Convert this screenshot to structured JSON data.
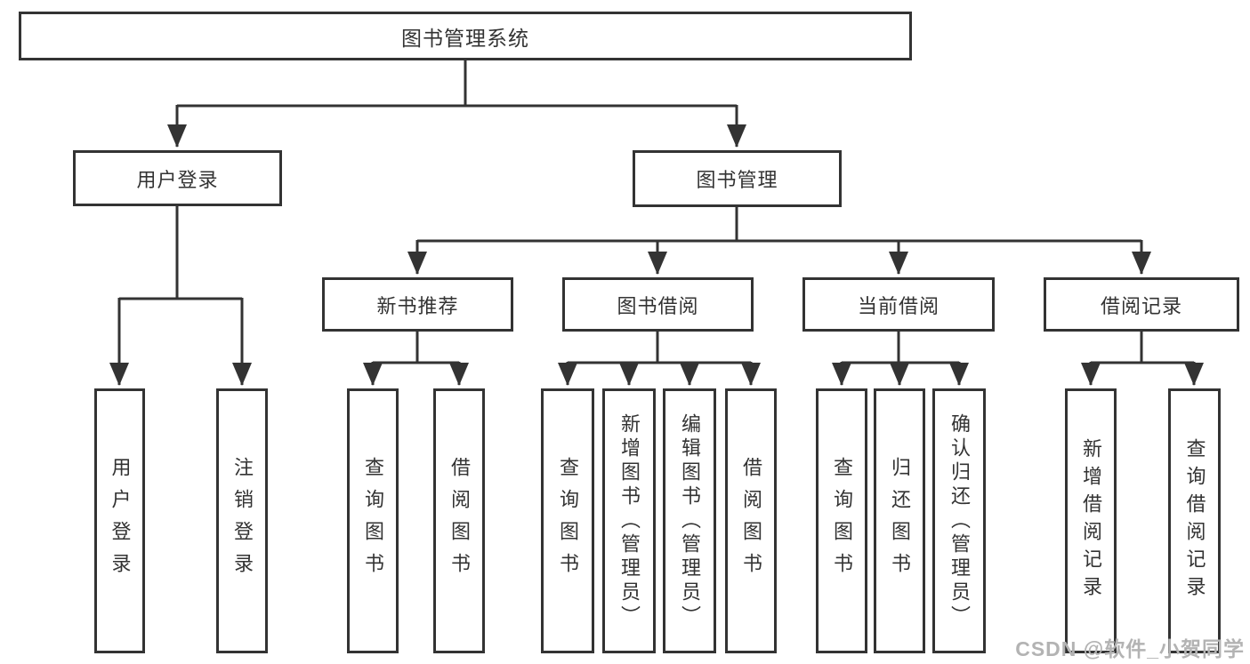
{
  "colors": {
    "line": "#333333",
    "box_border": "#333333",
    "box_background": "#ffffff",
    "text": "#333333",
    "watermark": "#b3b3b3"
  },
  "watermark": "CSDN @软件_小贺同学",
  "diagram": {
    "type": "hierarchy-tree",
    "root": {
      "label": "图书管理系统",
      "children": [
        {
          "label": "用户登录",
          "children": [
            {
              "label": "用户登录"
            },
            {
              "label": "注销登录"
            }
          ]
        },
        {
          "label": "图书管理",
          "children": [
            {
              "label": "新书推荐",
              "children": [
                {
                  "label": "查询图书"
                },
                {
                  "label": "借阅图书"
                }
              ]
            },
            {
              "label": "图书借阅",
              "children": [
                {
                  "label": "查询图书"
                },
                {
                  "label": "新增图书（管理员）"
                },
                {
                  "label": "编辑图书（管理员）"
                },
                {
                  "label": "借阅图书"
                }
              ]
            },
            {
              "label": "当前借阅",
              "children": [
                {
                  "label": "查询图书"
                },
                {
                  "label": "归还图书"
                },
                {
                  "label": "确认归还（管理员）"
                }
              ]
            },
            {
              "label": "借阅记录",
              "children": [
                {
                  "label": "新增借阅记录"
                },
                {
                  "label": "查询借阅记录"
                }
              ]
            }
          ]
        }
      ]
    }
  }
}
